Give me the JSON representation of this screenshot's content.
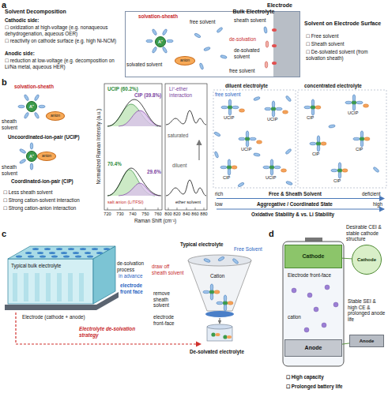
{
  "diagram": {
    "nodes": [
      {
        "text": [
          "Bulk Electrolyte"
        ]
      },
      {
        "text": [
          "A⁺"
        ],
        "in": 0
      },
      {
        "text": [
          "anion"
        ],
        "in": 0
      },
      {
        "text": [
          "A⁺"
        ]
      },
      {
        "text": [
          "anion"
        ]
      },
      {
        "text": [
          "A⁺"
        ]
      },
      {
        "text": [
          "anion"
        ]
      },
      {
        "text": [
          "Cathode"
        ]
      },
      {
        "text": [
          "Cathode"
        ]
      },
      {
        "text": [
          "Anode"
        ]
      },
      {
        "text": [
          "Anode"
        ]
      }
    ],
    "edges": [
      {
        "from": 7,
        "to": 8,
        "arrow": "none"
      },
      {
        "from": 9,
        "to": 10,
        "arrow": "none"
      }
    ],
    "labels": [
      "a",
      "Solvent Decomposition",
      "Cathodic side:",
      "☐ oxidization at high-voltage (e.g. nonaqueous dehydrogenation, aqueous OER)",
      "☐ reactivity on cathode surface (e.g. high Ni-NCM)",
      "Anodic side:",
      "☐ reduction at low-voltage (e.g. decomposition on Li/Na metal, aqueous HER)",
      "Electrode",
      "solvation-sheath",
      "solvated solvent",
      "free solvent",
      "de-solvation",
      "sheath solvent",
      "de-solvated solvent",
      "free solvent",
      "Solvent on Electrode Surface",
      "☐ Free solvent",
      "☐ Sheath solvent",
      "☐ De-solvated solvent (from solvation sheath)",
      "b",
      "solvation-sheath",
      "sheath solvent",
      "Uncoordinated-ion-pair (UCIP)",
      "sheath solvent",
      "Coordinated-ion-pair (CIP)",
      "☐ Less sheath solvent",
      "☐ Strong cation-solvent interaction",
      "☐ Strong cation-anion interaction",
      "UCIP (60.2%)",
      "CIP (39.8%)",
      "Li⁺-ether interaction",
      "saturated",
      "diluent",
      "70.4%",
      "29.6%",
      "salt anion (LiTFSI)",
      "ether solvent",
      "720",
      "730",
      "740",
      "750",
      "760",
      "800",
      "820",
      "840",
      "860",
      "880",
      "Raman Shift (cm⁻¹)",
      "Normalized Raman Intensity (a.u.)",
      "diluent electrolyte",
      "concentrated electrolyte",
      "free solvent",
      "UCIP",
      "UCIP",
      "CIP",
      "UCIP",
      "UCIP",
      "CIP",
      "UCIP",
      "CIP",
      "CIP",
      "CIP",
      "rich",
      "Free & Sheath Solvent",
      "deficient",
      "low",
      "Aggregative / Coordinated State",
      "high",
      "Oxidative Stability & vs. Li Stability",
      "c",
      "Typical bulk electrolyte",
      "de-solvation process",
      "in advance",
      "electrode front face",
      "Electrode (cathode + anode)",
      "Electrolyte de-solvation strategy",
      "Typical electrolyte",
      "Free Solvent",
      "draw off sheath solvent",
      "Cation",
      "remove sheath solvent",
      "electrode front-face",
      "De-solvated electrolyte",
      "d",
      "Desirable CEI & stable cathode structure",
      "Electrode front-face",
      "cation",
      "Stable SEI & high CE & prolonged anode life",
      "☐ High capacity",
      "☐ Prolonged battery life"
    ]
  }
}
